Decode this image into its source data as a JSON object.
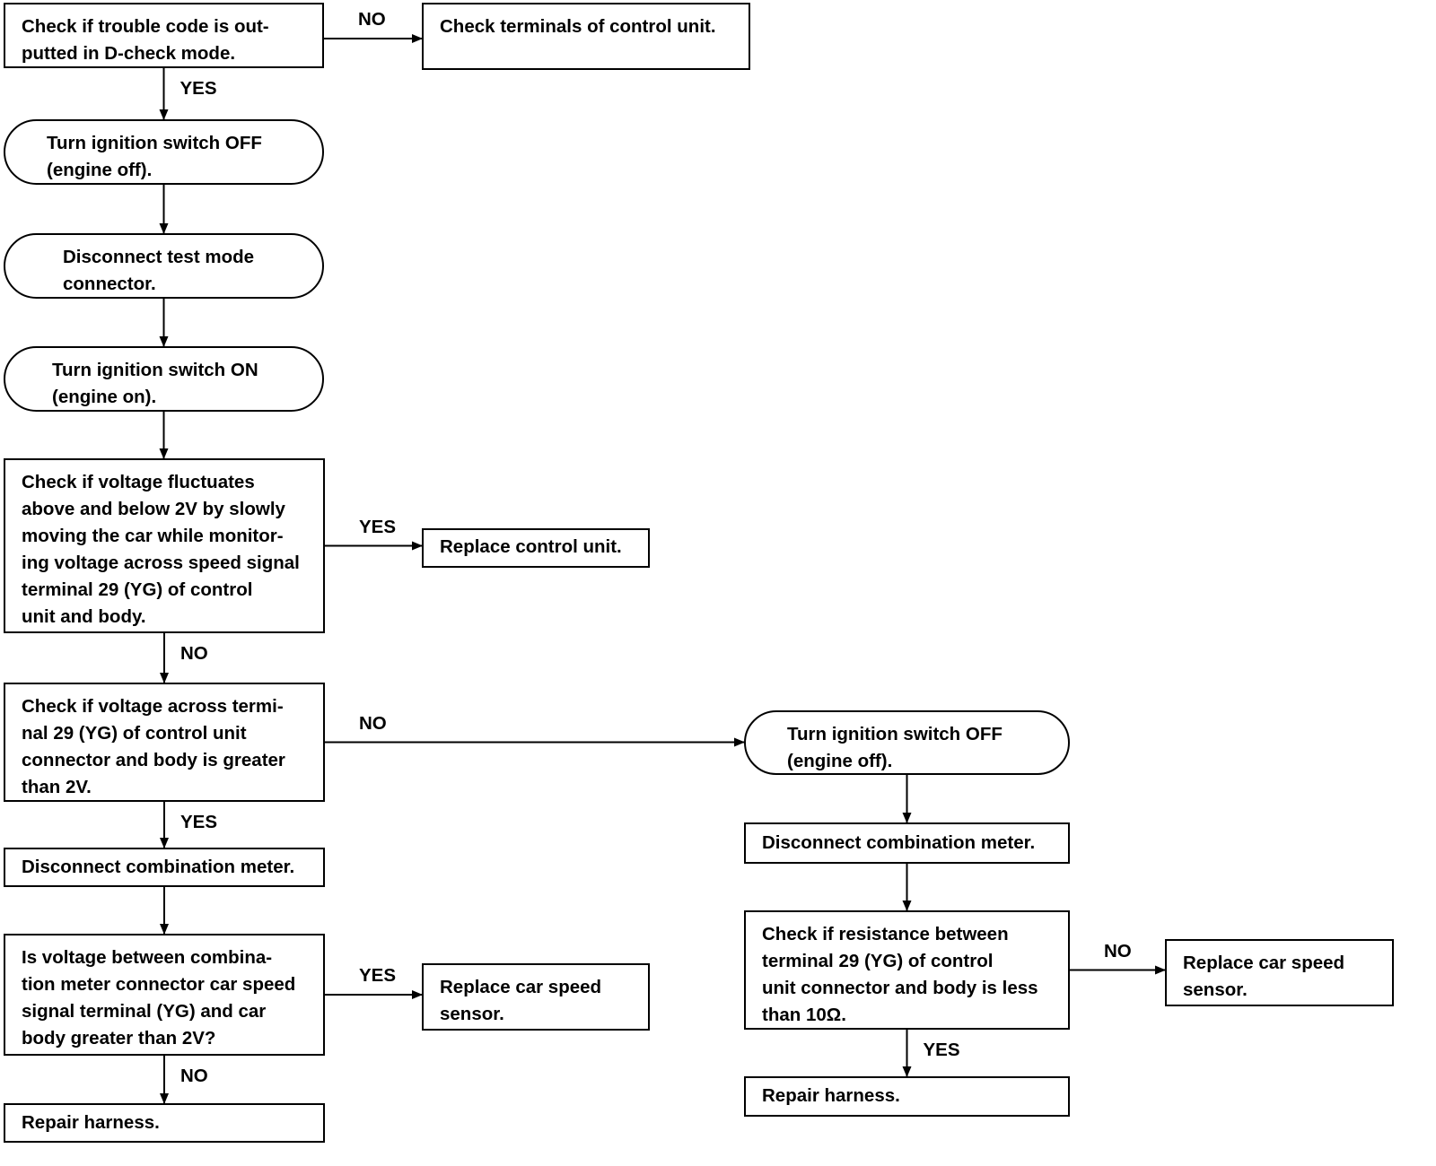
{
  "nodes": {
    "n1": "Check if trouble code is out-\nputted in D-check mode.",
    "n2": "Check terminals of control unit.",
    "n3": "Turn ignition switch OFF\n(engine off).",
    "n4": "Disconnect test mode\nconnector.",
    "n5": "Turn ignition switch ON\n(engine on).",
    "n6": "Check if voltage fluctuates\nabove and below 2V by slowly\nmoving the car while monitor-\ning voltage across speed signal\nterminal 29 (YG) of control\nunit and body.",
    "n7": "Replace control unit.",
    "n8": "Check if voltage across termi-\nnal 29 (YG) of control unit\nconnector and body is greater\nthan 2V.",
    "n9": "Disconnect combination meter.",
    "n10": "Is voltage between combina-\ntion meter connector car speed\nsignal terminal (YG) and car\nbody greater than 2V?",
    "n11": "Replace car speed\nsensor.",
    "n12": "Repair harness.",
    "n13": "Turn ignition switch OFF\n(engine off).",
    "n14": "Disconnect combination meter.",
    "n15": "Check if resistance between\nterminal 29 (YG) of control\nunit connector and body is less\nthan 10Ω.",
    "n16": "Replace car speed\nsensor.",
    "n17": "Repair harness."
  },
  "edges": [
    {
      "from": "n1",
      "to": "n2",
      "label": "NO"
    },
    {
      "from": "n1",
      "to": "n3",
      "label": "YES"
    },
    {
      "from": "n3",
      "to": "n4",
      "label": ""
    },
    {
      "from": "n4",
      "to": "n5",
      "label": ""
    },
    {
      "from": "n5",
      "to": "n6",
      "label": ""
    },
    {
      "from": "n6",
      "to": "n7",
      "label": "YES"
    },
    {
      "from": "n6",
      "to": "n8",
      "label": "NO"
    },
    {
      "from": "n8",
      "to": "n9",
      "label": "YES"
    },
    {
      "from": "n8",
      "to": "n13",
      "label": "NO"
    },
    {
      "from": "n9",
      "to": "n10",
      "label": ""
    },
    {
      "from": "n10",
      "to": "n11",
      "label": "YES"
    },
    {
      "from": "n10",
      "to": "n12",
      "label": "NO"
    },
    {
      "from": "n13",
      "to": "n14",
      "label": ""
    },
    {
      "from": "n14",
      "to": "n15",
      "label": ""
    },
    {
      "from": "n15",
      "to": "n16",
      "label": "NO"
    },
    {
      "from": "n15",
      "to": "n17",
      "label": "YES"
    }
  ]
}
